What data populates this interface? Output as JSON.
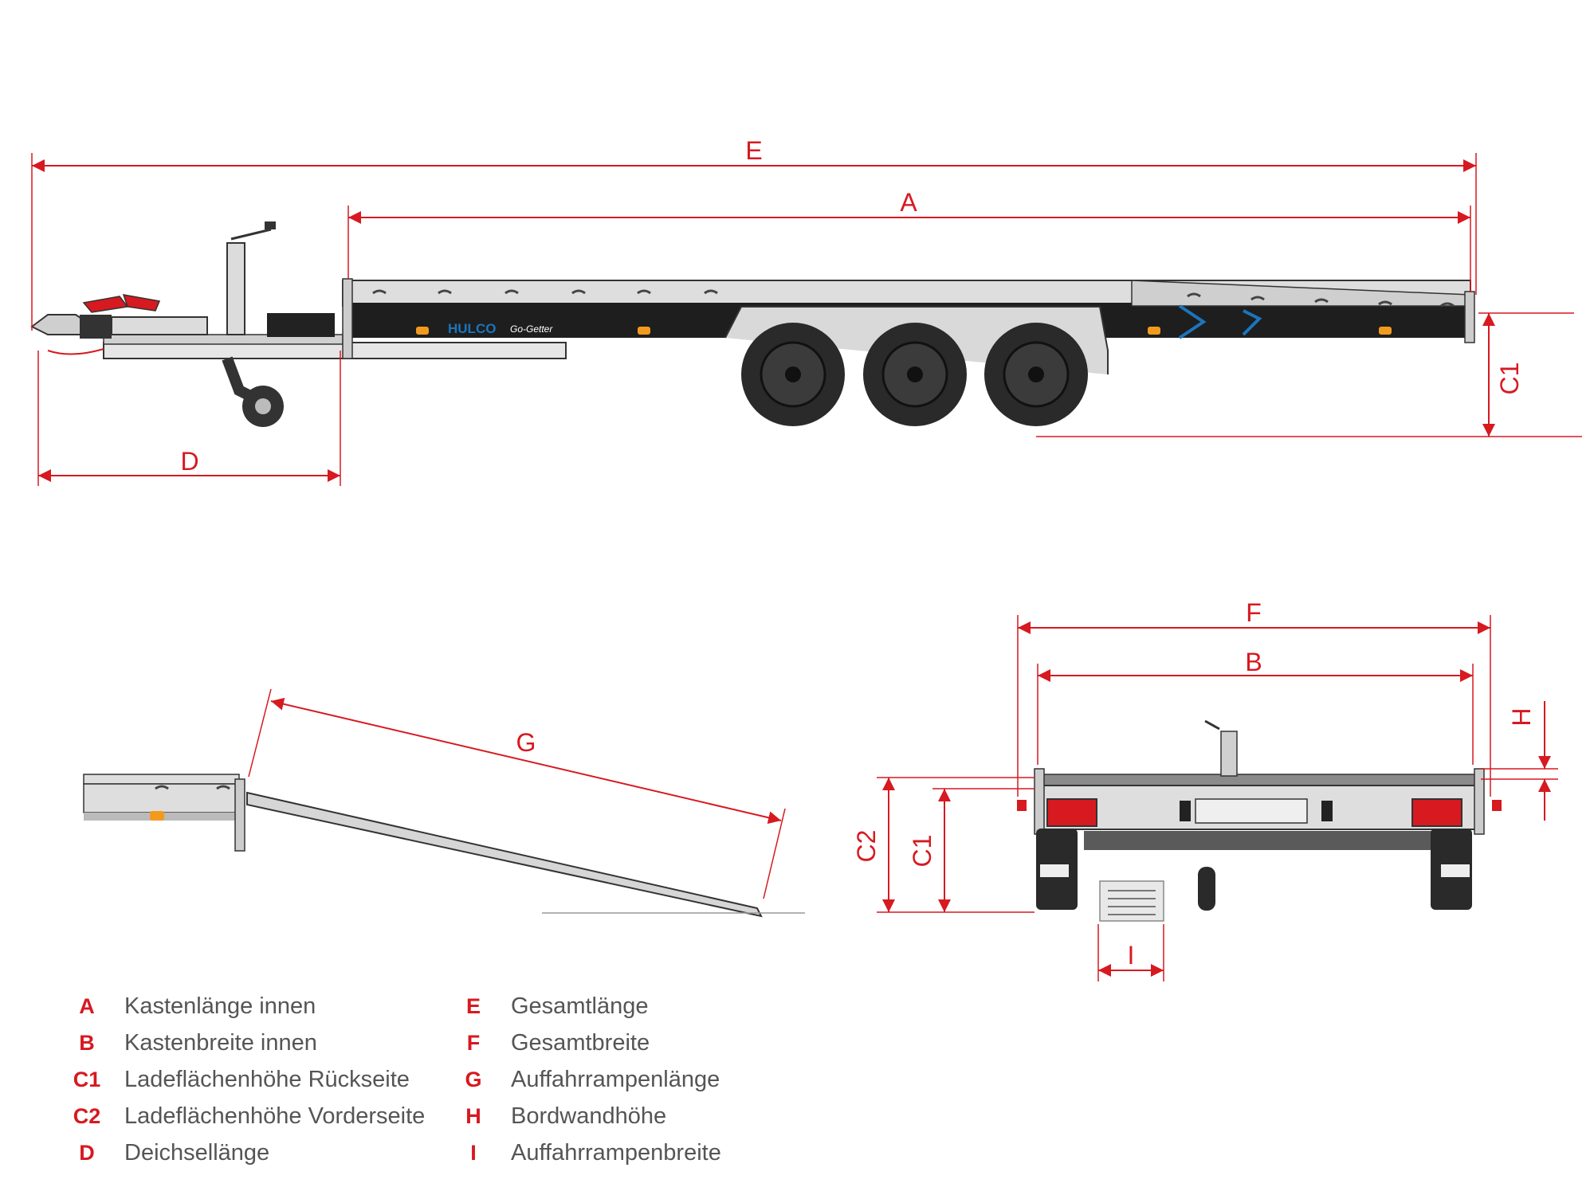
{
  "dimensions": {
    "E": "E",
    "A": "A",
    "D": "D",
    "C1": "C1",
    "C2": "C2",
    "G": "G",
    "F": "F",
    "B": "B",
    "H": "H",
    "I": "I"
  },
  "branding": {
    "brand": "HULCO",
    "model": "Go-Getter"
  },
  "legend": {
    "left": [
      {
        "key": "A",
        "label": "Kastenlänge innen"
      },
      {
        "key": "B",
        "label": "Kastenbreite innen"
      },
      {
        "key": "C1",
        "label": "Ladeflächenhöhe Rückseite"
      },
      {
        "key": "C2",
        "label": "Ladeflächenhöhe Vorderseite"
      },
      {
        "key": "D",
        "label": "Deichsellänge"
      }
    ],
    "right": [
      {
        "key": "E",
        "label": "Gesamtlänge"
      },
      {
        "key": "F",
        "label": "Gesamtbreite"
      },
      {
        "key": "G",
        "label": "Auffahrrampenlänge"
      },
      {
        "key": "H",
        "label": "Bordwandhöhe"
      },
      {
        "key": "I",
        "label": "Auffahrrampenbreite"
      }
    ]
  },
  "colors": {
    "dimension": "#d71920",
    "frame": "#222222",
    "metal": "#d9d9d9",
    "accent": "#1b75bc",
    "reflector": "#f29a1e"
  }
}
